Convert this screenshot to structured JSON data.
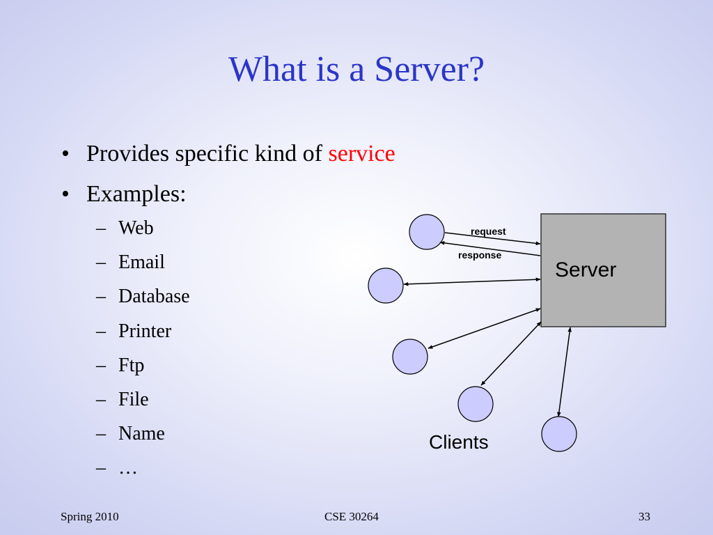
{
  "slide": {
    "title": "What is a Server?",
    "bullets": [
      {
        "text": "Provides specific kind of ",
        "highlight": "service",
        "highlight_color": "#ff0000"
      },
      {
        "text": "Examples:"
      }
    ],
    "sub_items": [
      "Web",
      "Email",
      "Database",
      "Printer",
      "Ftp",
      "File",
      "Name",
      "…"
    ]
  },
  "diagram": {
    "server_label": "Server",
    "server_fill": "#b3b3b3",
    "client_fill": "#ccccff",
    "clients_label": "Clients",
    "request_label": "request",
    "response_label": "response",
    "client_count": 5
  },
  "footer": {
    "left": "Spring 2010",
    "center": "CSE 30264",
    "right": "33"
  },
  "colors": {
    "title": "#2b35c9",
    "text": "#000000"
  }
}
